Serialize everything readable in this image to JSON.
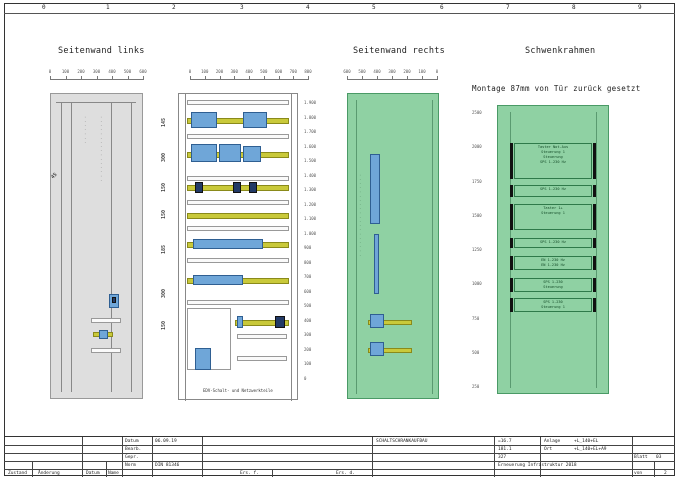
{
  "column_numbers": [
    "0",
    "1",
    "2",
    "3",
    "4",
    "5",
    "6",
    "7",
    "8",
    "9"
  ],
  "sections": {
    "left": {
      "title": "Seitenwand links"
    },
    "right": {
      "title": "Seitenwand rechts"
    },
    "swing": {
      "title": "Schwenkrahmen",
      "note": "Montage 87mm von Tür zurück gesetzt"
    }
  },
  "rulers": {
    "left": [
      "0",
      "100",
      "200",
      "300",
      "400",
      "500",
      "600"
    ],
    "mid": [
      "0",
      "100",
      "200",
      "300",
      "400",
      "500",
      "600",
      "700",
      "800"
    ],
    "right": [
      "600",
      "500",
      "400",
      "300",
      "200",
      "100",
      "0"
    ]
  },
  "mid_dims": [
    "145",
    "300",
    "150",
    "150",
    "185",
    "300",
    "150"
  ],
  "mid_right_scale": [
    "1.900",
    "1.800",
    "1.700",
    "1.600",
    "1.500",
    "1.400",
    "1.300",
    "1.200",
    "1.100",
    "1.000",
    "900",
    "800",
    "700",
    "600",
    "500",
    "400",
    "300",
    "200",
    "100",
    "0"
  ],
  "swing_scale": [
    "2500",
    "2000",
    "1750",
    "1500",
    "1250",
    "1000",
    "750",
    "500",
    "250"
  ],
  "swing_blocks": [
    {
      "a": "Taster Not-Aus",
      "b": "Steuerung 1",
      "c": "Steuerung",
      "d": "SPS 1-230 Hz"
    },
    {
      "a": "SPS 1-230 Hz"
    },
    {
      "a": "Taster 1+",
      "b": "Steuerung 1"
    },
    {
      "a": "SPS 1-230 Hz"
    },
    {
      "a": "EN 1-230 Hz",
      "b": "EN 1-230 Hz"
    },
    {
      "a": "SPS 1-230",
      "b": "Steuerung"
    },
    {
      "a": "SPS 1-230",
      "b": "Steuerung 1"
    }
  ],
  "mid_bottom_label": "EDV-Schalt- und Netzwerkteile",
  "left_angle_label": "45",
  "title_block": {
    "datum_label": "Datum",
    "datum_value": "06.09.19",
    "bearb_label": "Bearb.",
    "gepr_label": "Gepr.",
    "norm_label": "Norm",
    "norm_value": "DIN 81346",
    "ers_f": "Ers. f.",
    "ers_d": "Ers. d.",
    "zustand": "Zustand",
    "aenderung": "Änderung",
    "datum2": "Datum",
    "name": "Name",
    "project": "SCHALTSCHRANKAUFBAU",
    "code1": "=16.7",
    "code2": "181.1",
    "code3": "327",
    "anlage_label": "Anlage",
    "anlage_value": "+L_140+EL",
    "ort_label": "Ort",
    "ort_value": "+L_140+EL+A9",
    "blatt_label": "Blatt",
    "blatt_value": "03",
    "subtitle": "Erneuerung Infrastruktur 2018",
    "von_label": "von",
    "von_value": "2"
  },
  "colors": {
    "green_panel": "#8fd1a3",
    "gray_panel": "#dedede",
    "rail_yellow": "#c9c93a",
    "component_blue": "#6fa6d8"
  }
}
